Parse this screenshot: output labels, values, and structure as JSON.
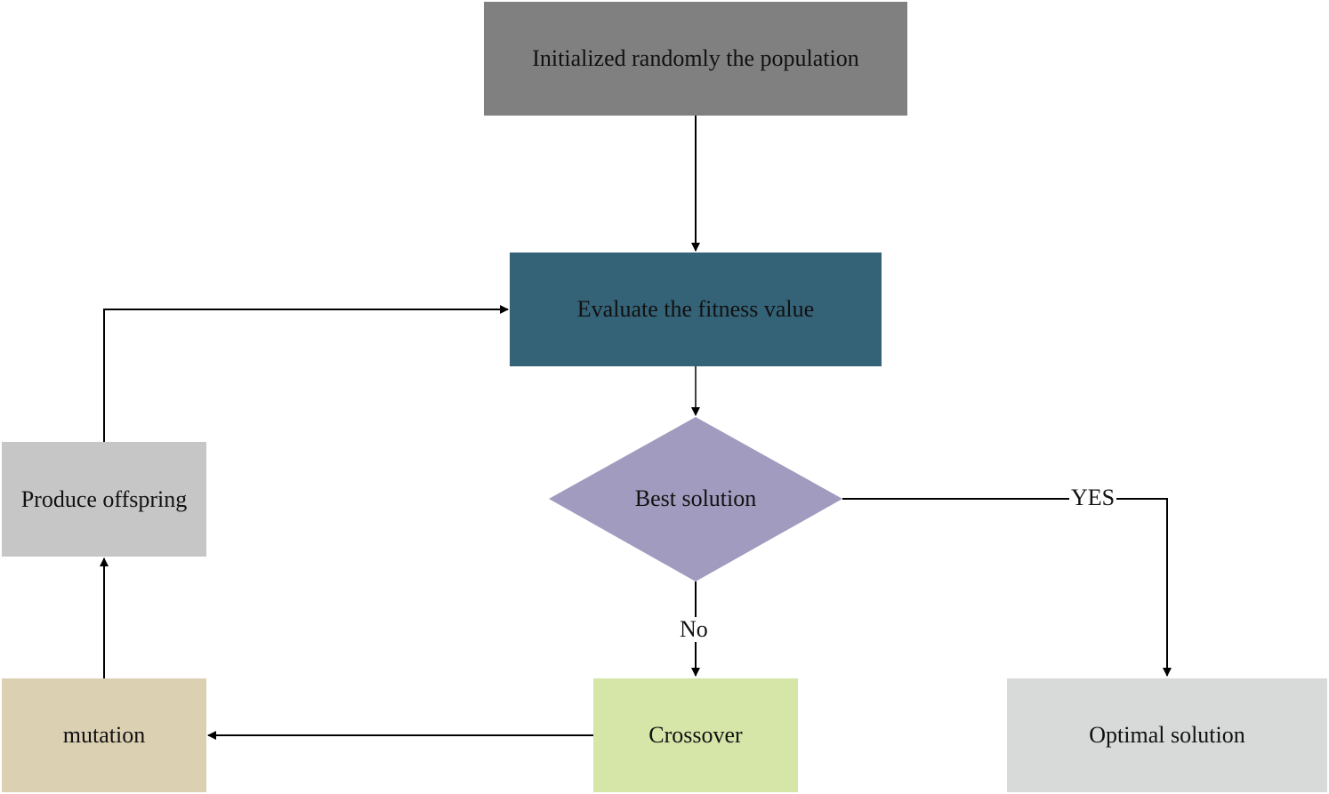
{
  "nodes": {
    "init": {
      "label": "Initialized randomly the population",
      "color": "#808080"
    },
    "evaluate": {
      "label": "Evaluate the fitness value",
      "color": "#346378"
    },
    "decision": {
      "label": "Best solution",
      "color": "#a19bbf"
    },
    "produce": {
      "label": "Produce offspring",
      "color": "#c6c6c6"
    },
    "mutation": {
      "label": "mutation",
      "color": "#dcd0b3"
    },
    "crossover": {
      "label": "Crossover",
      "color": "#d6e5a8"
    },
    "optimal": {
      "label": "Optimal solution",
      "color": "#d8d9d9"
    }
  },
  "edges": {
    "yes_label": "YES",
    "no_label": "No"
  }
}
